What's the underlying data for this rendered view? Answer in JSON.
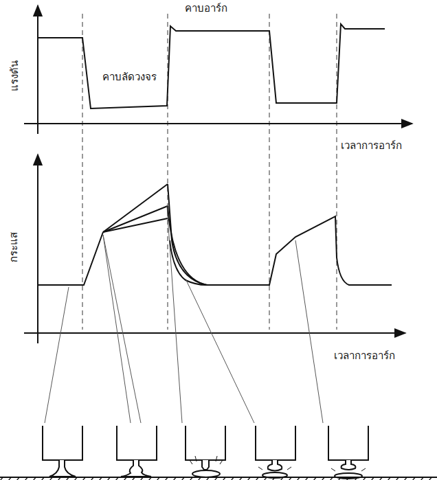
{
  "diagram": {
    "labels": [
      "คาบอาร์ก",
      "คาบลัดวงจร",
      "แรงดัน",
      "เวลาการอาร์ก",
      "กระแส",
      "เวลาการอาร์ก"
    ]
  }
}
